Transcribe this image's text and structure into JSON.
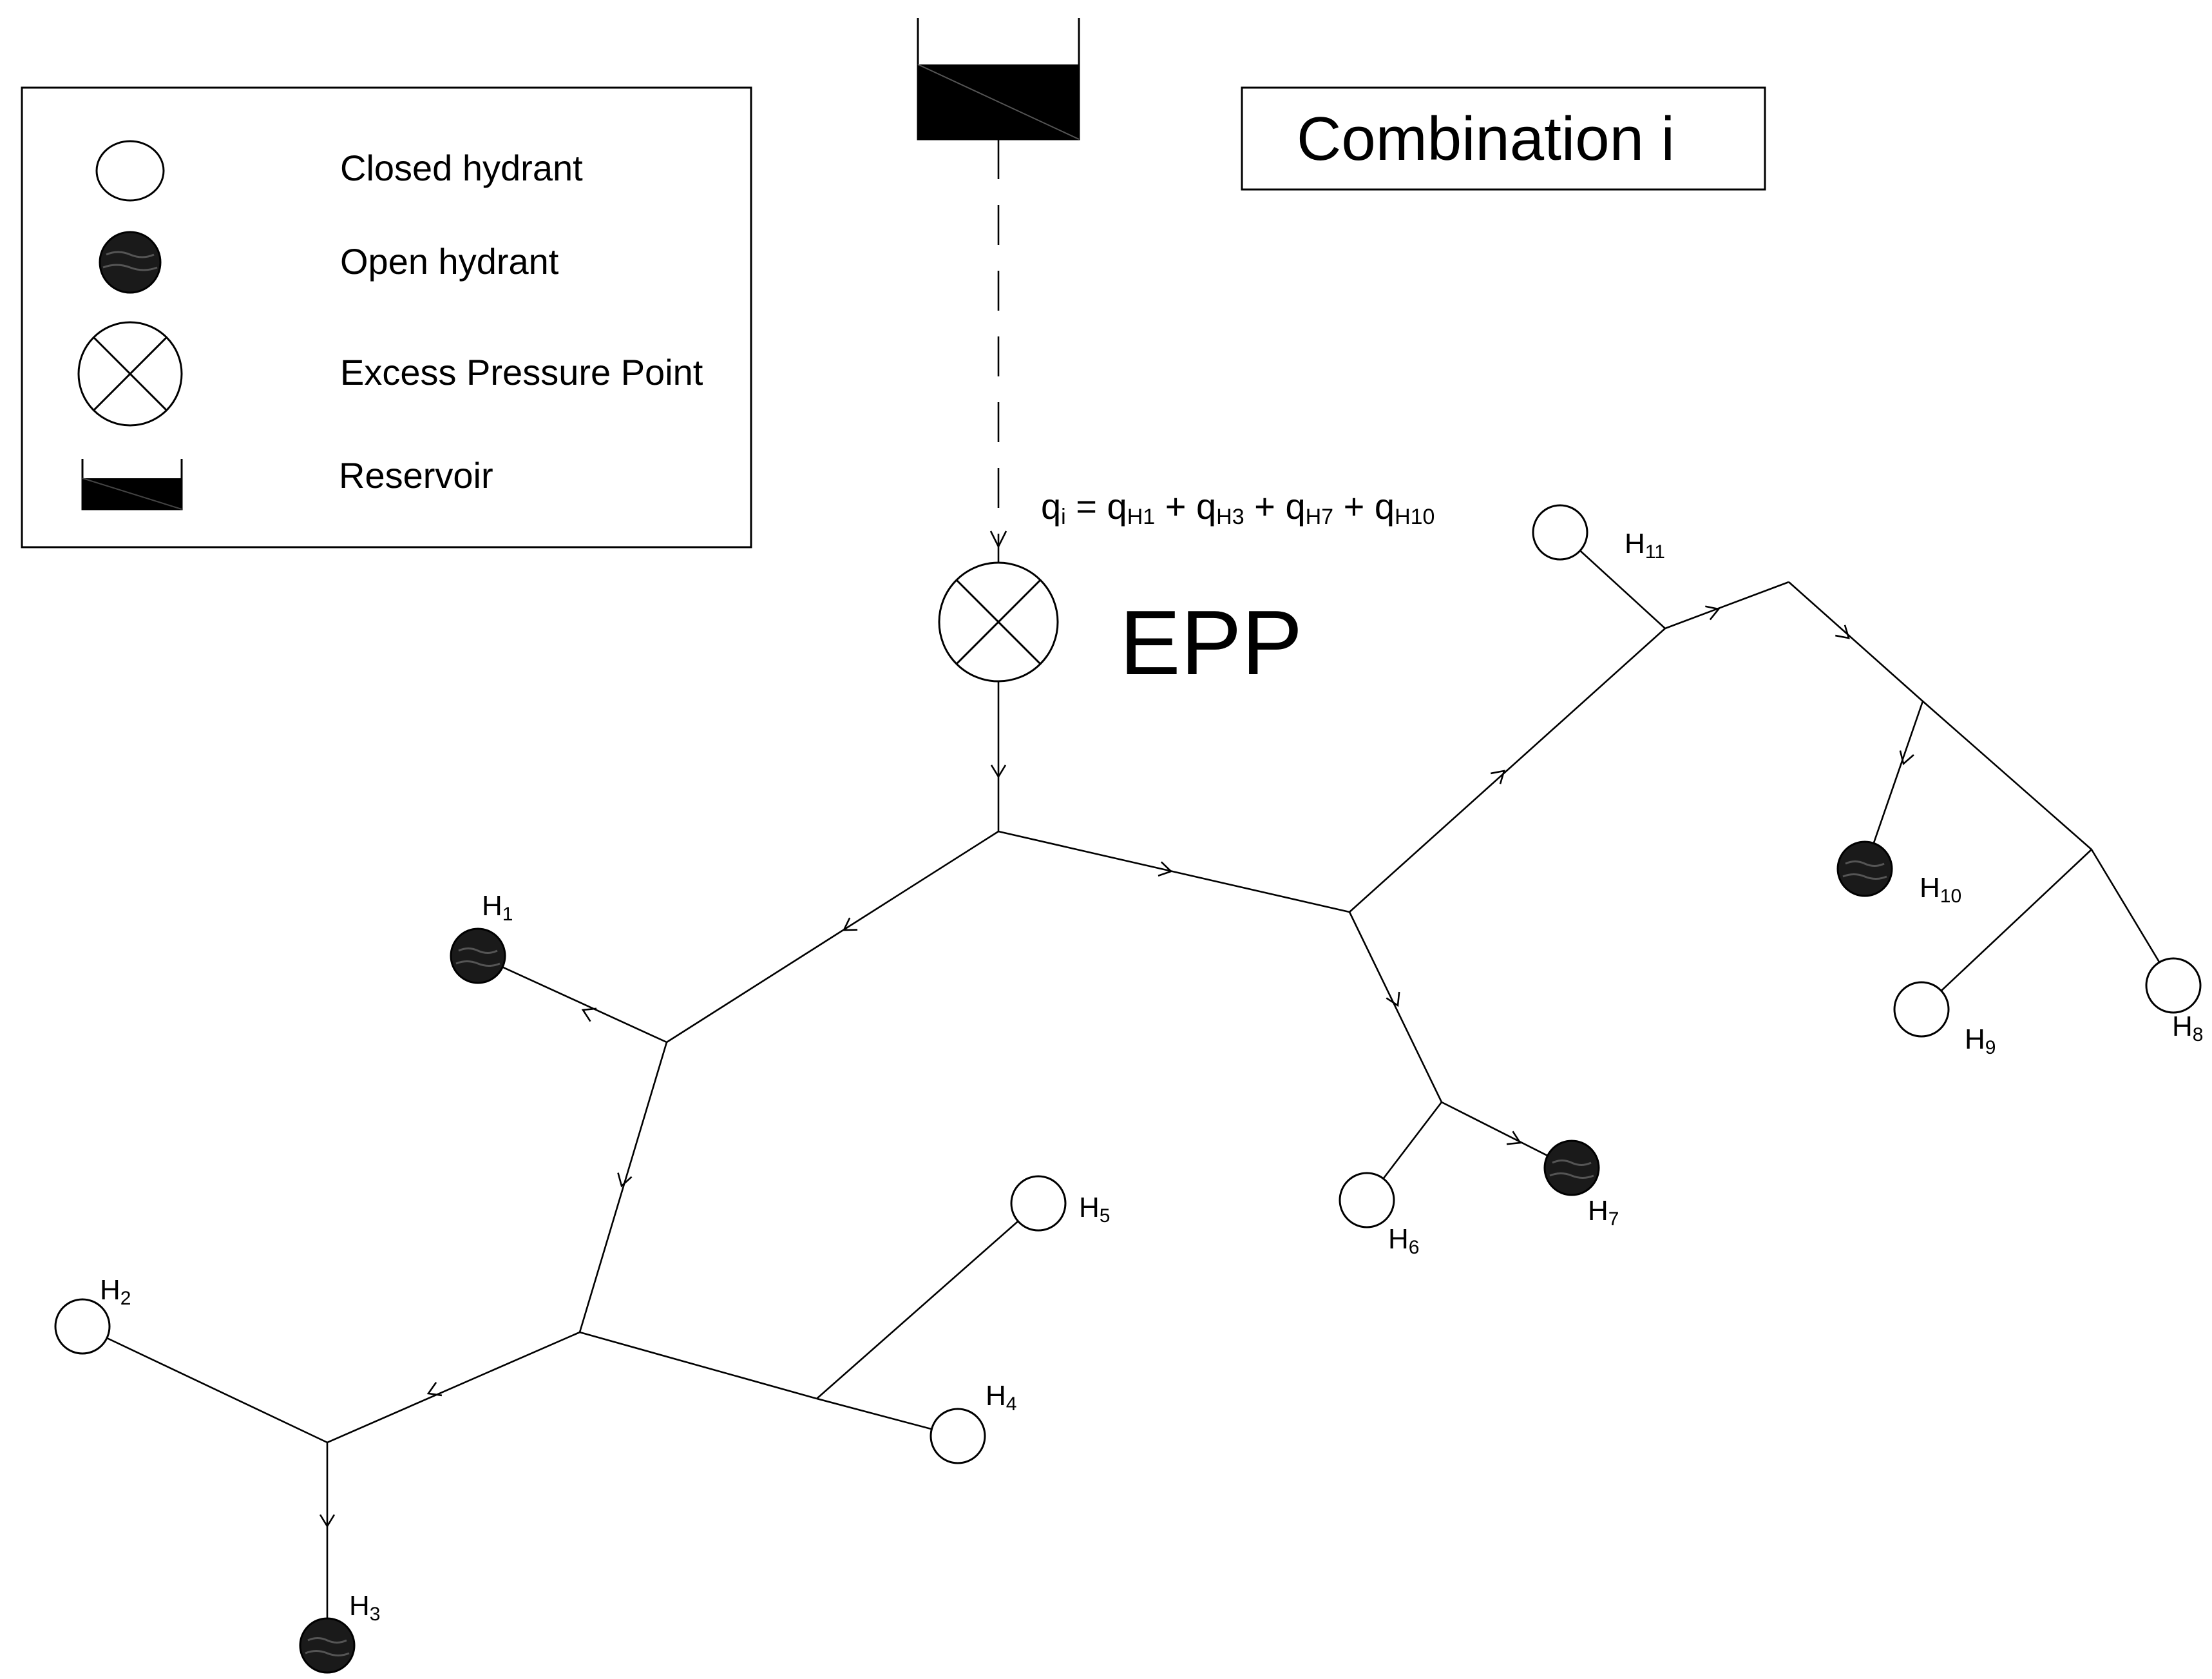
{
  "legend": {
    "closed_hydrant": "Closed hydrant",
    "open_hydrant": "Open hydrant",
    "excess_pressure_point": "Excess Pressure Point",
    "reservoir": "Reservoir"
  },
  "title": "Combination i",
  "epp_label": "EPP",
  "formula": {
    "lhs_main": "q",
    "lhs_sub": "i",
    "eq": " = ",
    "plus": " + ",
    "term_main": "q",
    "subs": [
      "H1",
      "H3",
      "H7",
      "H10"
    ]
  },
  "hydrants": [
    {
      "id": "H1",
      "label_main": "H",
      "label_sub": "1",
      "state": "open"
    },
    {
      "id": "H2",
      "label_main": "H",
      "label_sub": "2",
      "state": "closed"
    },
    {
      "id": "H3",
      "label_main": "H",
      "label_sub": "3",
      "state": "open"
    },
    {
      "id": "H4",
      "label_main": "H",
      "label_sub": "4",
      "state": "closed"
    },
    {
      "id": "H5",
      "label_main": "H",
      "label_sub": "5",
      "state": "closed"
    },
    {
      "id": "H6",
      "label_main": "H",
      "label_sub": "6",
      "state": "closed"
    },
    {
      "id": "H7",
      "label_main": "H",
      "label_sub": "7",
      "state": "open"
    },
    {
      "id": "H8",
      "label_main": "H",
      "label_sub": "8",
      "state": "closed"
    },
    {
      "id": "H9",
      "label_main": "H",
      "label_sub": "9",
      "state": "closed"
    },
    {
      "id": "H10",
      "label_main": "H",
      "label_sub": "10",
      "state": "open"
    },
    {
      "id": "H11",
      "label_main": "H",
      "label_sub": "11",
      "state": "closed"
    }
  ],
  "colors": {
    "line": "#000000",
    "open_fill": "#1a1a1a",
    "closed_fill": "#ffffff",
    "background": "#ffffff"
  }
}
